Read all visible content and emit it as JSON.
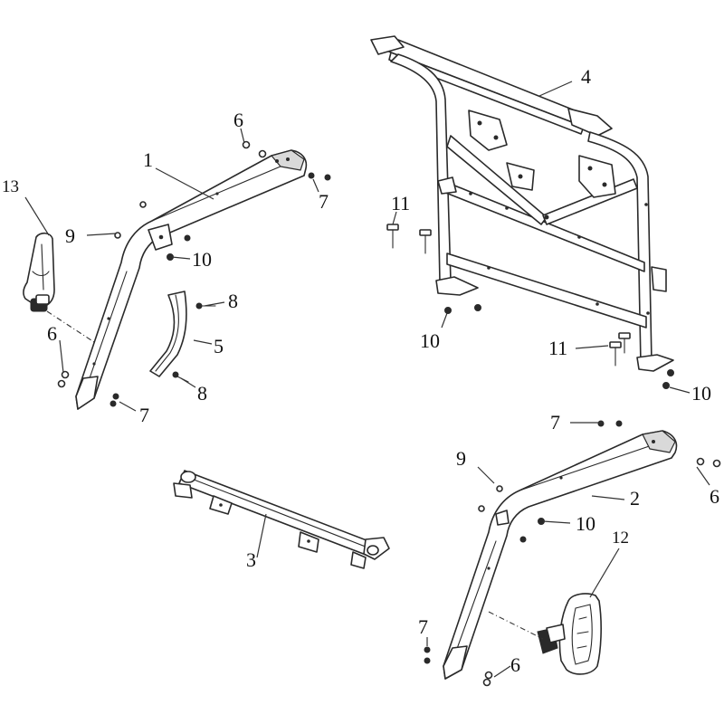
{
  "callouts": {
    "c1": "1",
    "c2": "2",
    "c3": "3",
    "c4": "4",
    "c5": "5",
    "c6a": "6",
    "c6b": "6",
    "c6c": "6",
    "c6d": "6",
    "c7a": "7",
    "c7b": "7",
    "c7c": "7",
    "c7d": "7",
    "c8a": "8",
    "c8b": "8",
    "c9a": "9",
    "c9b": "9",
    "c10a": "10",
    "c10b": "10",
    "c10c": "10",
    "c10d": "10",
    "c11a": "11",
    "c11b": "11",
    "c12": "12",
    "c13": "13"
  }
}
